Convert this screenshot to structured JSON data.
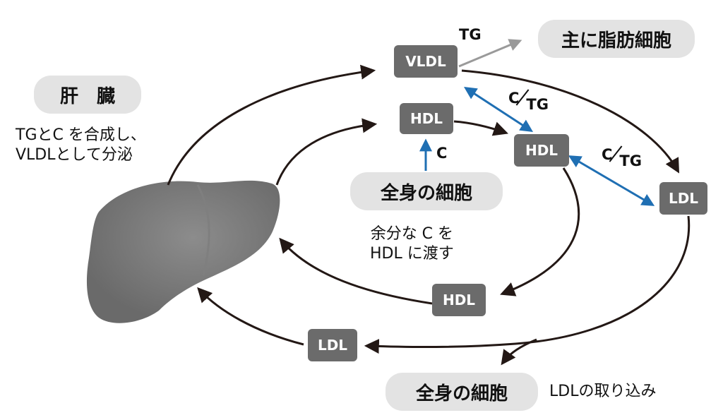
{
  "liver": {
    "label": "肝　臓",
    "desc_line1": "TGとC を合成し、",
    "desc_line2": "VLDLとして分泌"
  },
  "adipose": {
    "label": "主に脂肪細胞"
  },
  "cells_center": {
    "label": "全身の細胞",
    "note_line1": "余分な C を",
    "note_line2": "HDL に渡す"
  },
  "cells_bottom": {
    "label": "全身の細胞"
  },
  "ldl_uptake": "LDLの取り込み",
  "boxes": {
    "vldl": "VLDL",
    "hdl_top": "HDL",
    "hdl_mid": "HDL",
    "ldl_right": "LDL",
    "hdl_bottom": "HDL",
    "ldl_bottom": "LDL"
  },
  "labels": {
    "tg": "TG",
    "c_transfer": "C",
    "exchange1_top": "C",
    "exchange1_bottom": "TG",
    "exchange2_top": "C",
    "exchange2_bottom": "TG"
  },
  "colors": {
    "arrow_dark": "#231815",
    "arrow_blue": "#1f6fb3",
    "arrow_gray": "#9a9a9a",
    "box_fill": "#6b6b6b",
    "pill_fill": "#e3e3e3",
    "liver_fill": "#7a7a7a"
  }
}
